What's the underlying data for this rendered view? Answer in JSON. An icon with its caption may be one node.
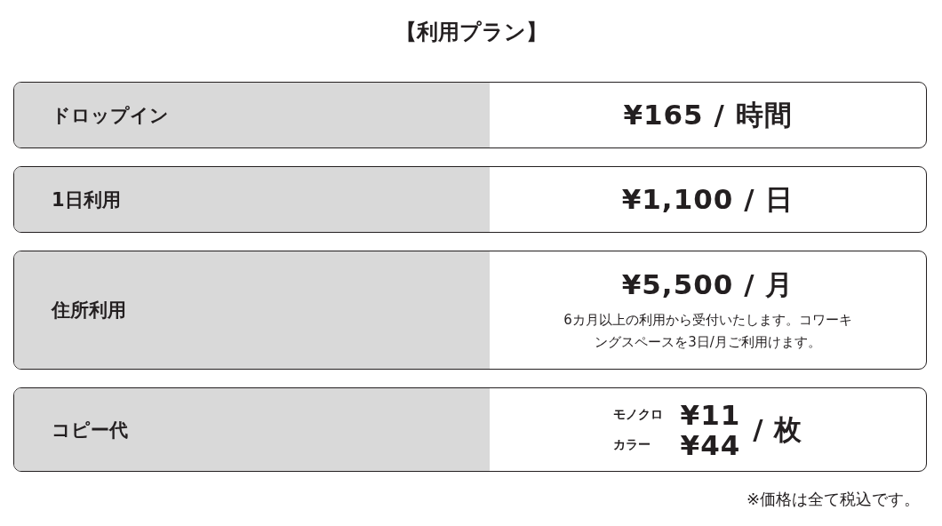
{
  "diagram": {
    "title": "【利用プラン】",
    "nodes": [
      {
        "text": [
          "ドロップイン",
          "¥165 / 時間"
        ]
      },
      {
        "text": [
          "1日利用",
          "¥1,100 / 日"
        ]
      },
      {
        "text": [
          "住所利用",
          "¥5,500 / 月",
          "6カ月以上の利用から受付いたします。コワーキングスペースを3日/月ご利用けます。"
        ]
      },
      {
        "text": [
          "コピー代",
          "モノクロ",
          "¥11",
          "カラー",
          "¥44",
          "/ 枚"
        ]
      }
    ],
    "labels": [
      "※価格は全て税込です。"
    ]
  }
}
